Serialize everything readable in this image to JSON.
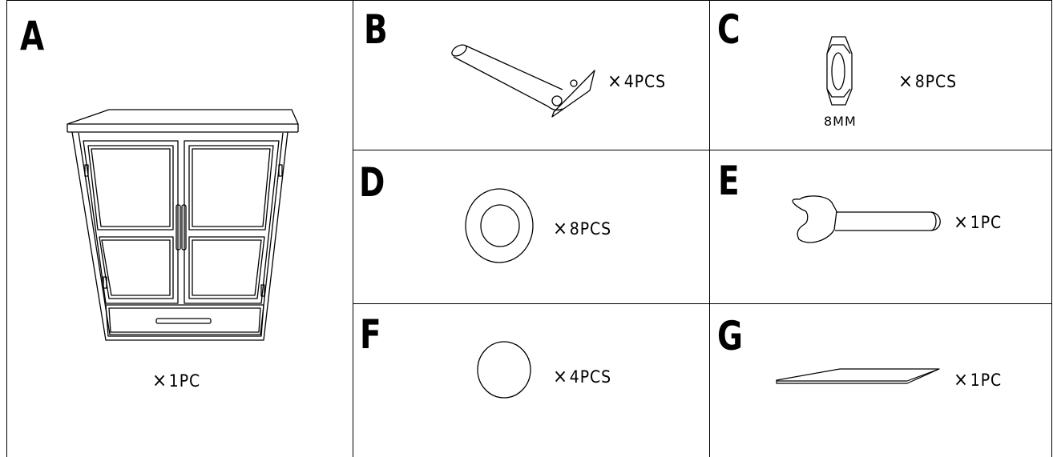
{
  "parts": [
    {
      "letter": "A",
      "quantity": "1PC"
    },
    {
      "letter": "B",
      "quantity": "4PCS"
    },
    {
      "letter": "C",
      "quantity": "8PCS",
      "size_label": "8MM"
    },
    {
      "letter": "D",
      "quantity": "8PCS"
    },
    {
      "letter": "E",
      "quantity": "1PC"
    },
    {
      "letter": "F",
      "quantity": "4PCS"
    },
    {
      "letter": "G",
      "quantity": "1PC"
    }
  ],
  "quantity_prefix": "×",
  "colors": {
    "line": "#000000",
    "background": "#ffffff"
  },
  "icons": [
    "cabinet-icon",
    "leg-icon",
    "hex-nut-icon",
    "washer-icon",
    "wrench-icon",
    "felt-pad-icon",
    "shelf-board-icon"
  ]
}
